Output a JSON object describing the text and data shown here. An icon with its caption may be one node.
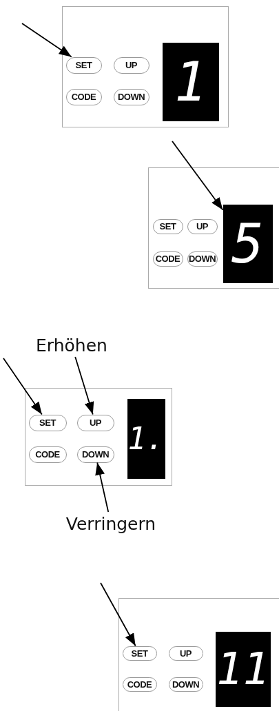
{
  "diagram": {
    "nodes": [
      {
        "text": [],
        "shape": "box"
      },
      {
        "text": [
          "SET"
        ],
        "in": 0
      },
      {
        "text": [
          "UP"
        ],
        "in": 0
      },
      {
        "text": [
          "CODE"
        ],
        "in": 0
      },
      {
        "text": [
          "DOWN"
        ],
        "in": 0
      },
      {
        "text": [
          "1"
        ],
        "in": 0
      },
      {
        "text": [],
        "shape": "box"
      },
      {
        "text": [
          "SET"
        ],
        "in": 6
      },
      {
        "text": [
          "UP"
        ],
        "in": 6
      },
      {
        "text": [
          "CODE"
        ],
        "in": 6
      },
      {
        "text": [
          "DOWN"
        ],
        "in": 6
      },
      {
        "text": [
          "5"
        ],
        "in": 6
      },
      {
        "text": [
          "Erhöhen"
        ]
      },
      {
        "text": [],
        "shape": "box"
      },
      {
        "text": [
          "SET"
        ],
        "in": 13
      },
      {
        "text": [
          "UP"
        ],
        "in": 13
      },
      {
        "text": [
          "CODE"
        ],
        "in": 13
      },
      {
        "text": [
          "DOWN"
        ],
        "in": 13
      },
      {
        "text": [
          "1."
        ],
        "in": 13
      },
      {
        "text": [
          "Verringern"
        ]
      },
      {
        "text": [],
        "shape": "box"
      },
      {
        "text": [
          "SET"
        ],
        "in": 20
      },
      {
        "text": [
          "UP"
        ],
        "in": 20
      },
      {
        "text": [
          "CODE"
        ],
        "in": 20
      },
      {
        "text": [
          "DOWN"
        ],
        "in": 20
      },
      {
        "text": [
          "11"
        ],
        "in": 20
      }
    ],
    "edges": [
      {
        "from": null,
        "to": 1,
        "arrow": "to"
      },
      {
        "from": null,
        "to": 11,
        "arrow": "to"
      },
      {
        "from": null,
        "to": 14,
        "arrow": "to"
      },
      {
        "from": 12,
        "to": 15,
        "arrow": "to"
      },
      {
        "from": 19,
        "to": 17,
        "arrow": "to"
      },
      {
        "from": null,
        "to": 21,
        "arrow": "to"
      }
    ]
  }
}
